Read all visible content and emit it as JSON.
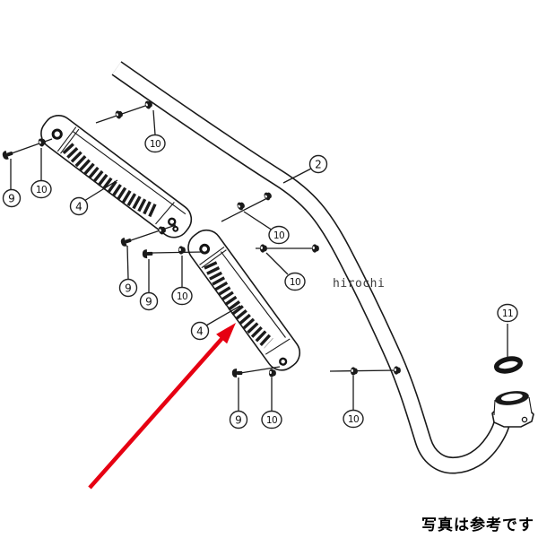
{
  "watermark": {
    "text": "hirochi"
  },
  "caption": {
    "text": "写真は参考です"
  },
  "colors": {
    "background": "#ffffff",
    "line": "#1a1a1a",
    "arrow": "#e60012"
  },
  "callouts": [
    {
      "label": "2"
    },
    {
      "label": "4"
    },
    {
      "label": "4"
    },
    {
      "label": "9"
    },
    {
      "label": "10"
    },
    {
      "label": "10"
    },
    {
      "label": "9"
    },
    {
      "label": "9"
    },
    {
      "label": "10"
    },
    {
      "label": "10"
    },
    {
      "label": "10"
    },
    {
      "label": "9"
    },
    {
      "label": "10"
    },
    {
      "label": "10"
    },
    {
      "label": "11"
    }
  ]
}
